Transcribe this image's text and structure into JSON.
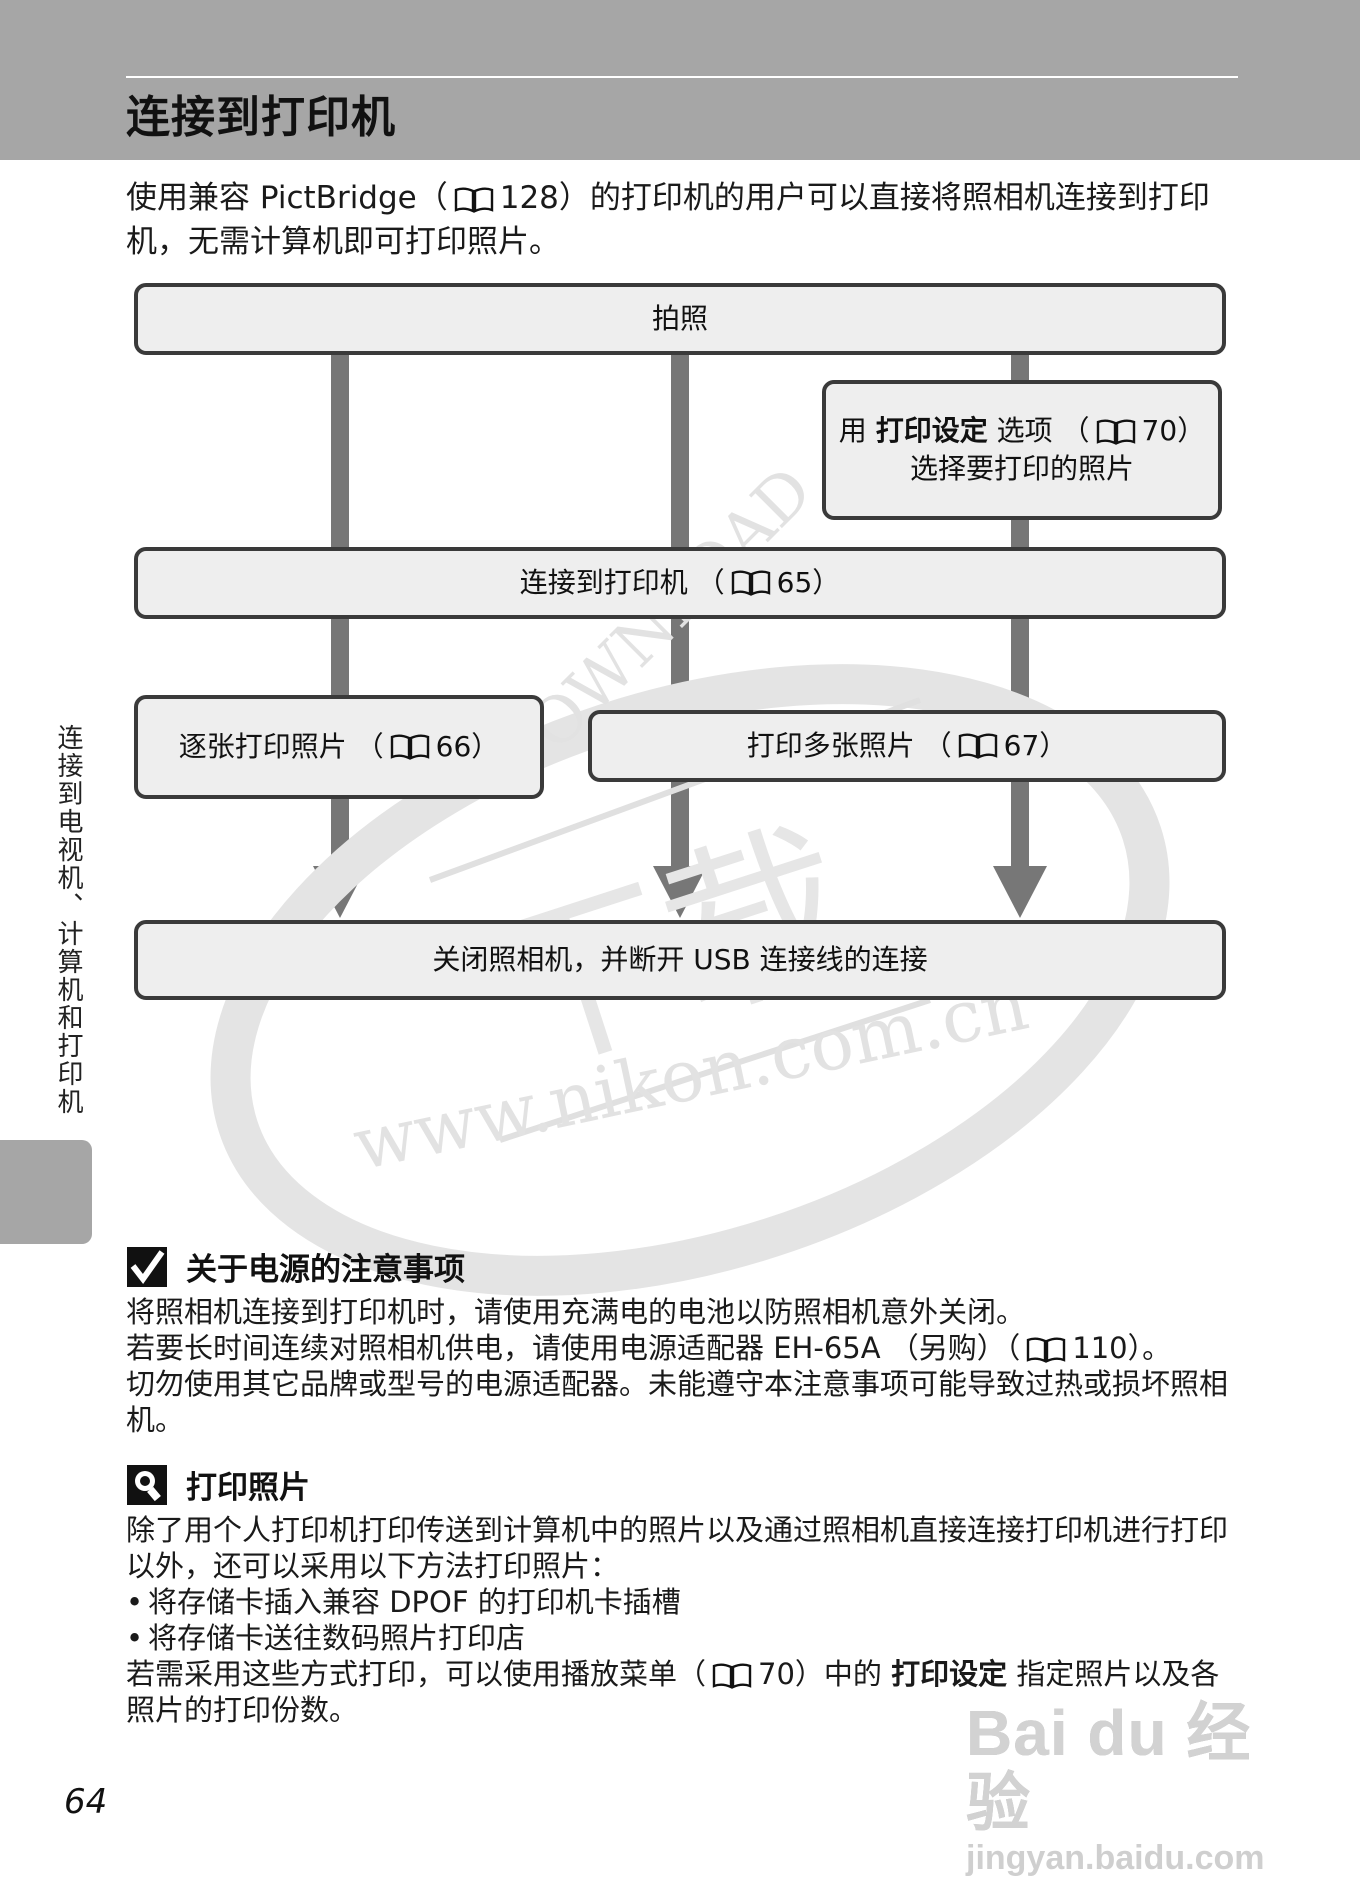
{
  "page": {
    "title": "连接到打印机",
    "intro_before_ref": "使用兼容 PictBridge（",
    "intro_ref": "128",
    "intro_after_ref": "）的打印机的用户可以直接将照相机连接到打印机，无需计算机即可打印照片。",
    "page_number": "64"
  },
  "flowchart": {
    "take_photos": "拍照",
    "print_set_prefix": "用",
    "print_set_bold": "打印设定",
    "print_set_mid": "选项 （",
    "print_set_ref": "70",
    "print_set_close": "）",
    "print_set_line2": "选择要打印的照片",
    "connect_label": "连接到打印机 （",
    "connect_ref": "65",
    "connect_close": "）",
    "single_label": "逐张打印照片 （",
    "single_ref": "66",
    "single_close": "）",
    "multi_label": "打印多张照片 （",
    "multi_ref": "67",
    "multi_close": "）",
    "finish": "关闭照相机，并断开 USB 连接线的连接"
  },
  "side_tab": {
    "label": "连接到电视机、计算机和打印机"
  },
  "notes": {
    "power": {
      "heading": "关于电源的注意事项",
      "line1": "将照相机连接到打印机时，请使用充满电的电池以防照相机意外关闭。",
      "line2_before": "若要长时间连续对照相机供电，请使用电源适配器 EH-65A （另购）（",
      "line2_ref": "110",
      "line2_after": "）。",
      "line3": "切勿使用其它品牌或型号的电源适配器。未能遵守本注意事项可能导致过热或损坏照相机。"
    },
    "printing": {
      "heading": "打印照片",
      "para1": "除了用个人打印机打印传送到计算机中的照片以及通过照相机直接连接打印机进行打印以外，还可以采用以下方法打印照片：",
      "bullets": [
        "将存储卡插入兼容 DPOF 的打印机卡插槽",
        "将存储卡送往数码照片打印店"
      ],
      "para2_before": "若需采用这些方式打印，可以使用播放菜单（",
      "para2_ref": "70",
      "para2_mid": "）中的",
      "para2_bold": "打印设定",
      "para2_after": "指定照片以及各照片的打印份数。"
    }
  },
  "watermarks": {
    "stamp_download": "DOWNLOAD",
    "stamp_cjk": "下载",
    "stamp_url": "www.nikon.com.cn",
    "baidu_brand": "Bai du 经验",
    "baidu_url": "jingyan.baidu.com"
  },
  "icons": {
    "book": "book-reference-icon",
    "check": "checkmark-icon",
    "tip": "tip-lightbulb-icon"
  },
  "colors": {
    "header_band": "#a6a6a6",
    "box_fill": "#eeeeee",
    "box_border": "#3a3a3a",
    "arrow": "#777777"
  }
}
